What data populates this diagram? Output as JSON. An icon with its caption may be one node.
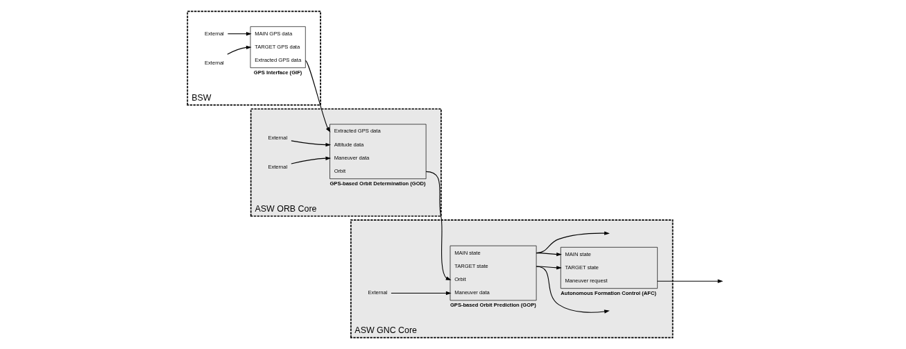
{
  "diagram": {
    "nodes": [
      {
        "text": [
          "BSW"
        ]
      },
      {
        "text": [
          "External"
        ],
        "in": 0
      },
      {
        "text": [
          "External"
        ],
        "in": 0
      },
      {
        "text": [
          "MAIN GPS data",
          "TARGET GPS data",
          "Extracted GPS data"
        ],
        "beside": [
          "GPS Interface (GIF)"
        ],
        "in": 0
      },
      {
        "text": [
          "ASW ORB Core"
        ]
      },
      {
        "text": [
          "External"
        ],
        "in": 4
      },
      {
        "text": [
          "External"
        ],
        "in": 4
      },
      {
        "text": [
          "Extracted GPS data",
          "Attitude data",
          "Maneuver data",
          "Orbit"
        ],
        "beside": [
          "GPS-based Orbit Determination (GOD)"
        ],
        "in": 4
      },
      {
        "text": [
          "ASW GNC Core"
        ]
      },
      {
        "text": [
          "External"
        ],
        "in": 8
      },
      {
        "text": [
          "MAIN state",
          "TARGET state",
          "Orbit",
          "Maneuver data"
        ],
        "beside": [
          "GPS-based Orbit Prediction (GOP)"
        ],
        "in": 8
      },
      {
        "text": [
          "MAIN state",
          "TARGET state",
          "Maneuver request"
        ],
        "beside": [
          "Autonomous Formation Control (AFC)"
        ],
        "in": 8
      }
    ],
    "edges": [
      {
        "from": 1,
        "to": 3,
        "arrow": "to"
      },
      {
        "from": 2,
        "to": 3,
        "arrow": "to"
      },
      {
        "from": 3,
        "to": 7,
        "arrow": "to"
      },
      {
        "from": 5,
        "to": 7,
        "arrow": "to"
      },
      {
        "from": 6,
        "to": 7,
        "arrow": "to"
      },
      {
        "from": 7,
        "to": 10,
        "arrow": "to"
      },
      {
        "from": 9,
        "to": 10,
        "arrow": "to"
      },
      {
        "from": 10,
        "to": null,
        "arrow": "to"
      },
      {
        "from": 10,
        "to": null,
        "arrow": "to"
      },
      {
        "from": 10,
        "to": 11,
        "arrow": "to"
      },
      {
        "from": 10,
        "to": 11,
        "arrow": "to"
      },
      {
        "from": 11,
        "to": null,
        "arrow": "to"
      }
    ]
  }
}
